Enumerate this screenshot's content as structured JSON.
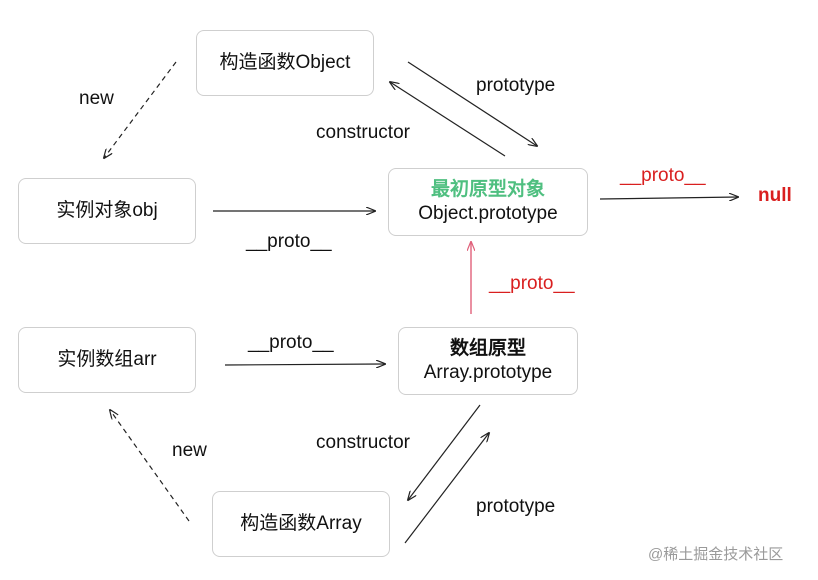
{
  "nodes": {
    "ctor_object": "构造函数Object",
    "instance_obj": "实例对象obj",
    "object_proto_title": "最初原型对象",
    "object_proto_name": "Object.prototype",
    "null_label": "null",
    "instance_arr": "实例数组arr",
    "array_proto_title": "数组原型",
    "array_proto_name": "Array.prototype",
    "ctor_array": "构造函数Array"
  },
  "edges": {
    "new_top": "new",
    "prototype_top": "prototype",
    "constructor_top": "constructor",
    "proto_obj": "__proto__",
    "proto_objproto_null": "__proto__",
    "proto_arrproto_objproto": "__proto__",
    "proto_arr": "__proto__",
    "constructor_bottom": "constructor",
    "new_bottom": "new",
    "prototype_bottom": "prototype"
  },
  "watermark": "@稀土掘金技术社区",
  "colors": {
    "red": "#d91f1f",
    "green": "#4fbf80",
    "pink_arrow": "#e0607a",
    "line": "#222222"
  }
}
